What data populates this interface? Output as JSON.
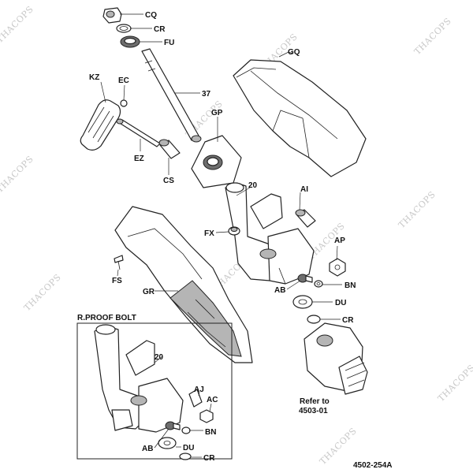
{
  "callouts": {
    "cq": "CQ",
    "cr_top": "CR",
    "fu": "FU",
    "n37": "37",
    "kz": "KZ",
    "ec": "EC",
    "gq": "GQ",
    "gp": "GP",
    "ez": "EZ",
    "cs": "CS",
    "n20_main": "20",
    "ai": "AI",
    "fx": "FX",
    "ap": "AP",
    "fs": "FS",
    "ab_main": "AB",
    "bn_main": "BN",
    "gr": "GR",
    "du_main": "DU",
    "cr_main": "CR",
    "aj": "AJ",
    "ac": "AC",
    "n20_inset": "20",
    "bn_inset": "BN",
    "ab_inset": "AB",
    "du_inset": "DU",
    "cr_inset": "CR"
  },
  "inset": {
    "title": "R.PROOF BOLT"
  },
  "reference": {
    "line1": "Refer to",
    "line2": "4503-01"
  },
  "figure_code": "4502-254A",
  "watermark": "THACOPS"
}
